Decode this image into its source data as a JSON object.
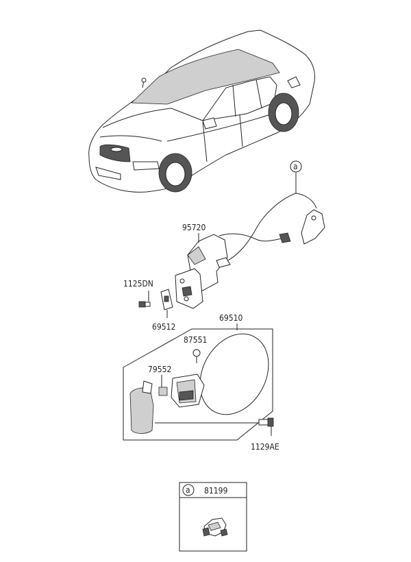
{
  "callouts": {
    "marker_a": "a",
    "p95720": "95720",
    "p1125DN": "1125DN",
    "p69512": "69512",
    "p69510": "69510",
    "p87551": "87551",
    "p79552": "79552",
    "p1129AE": "1129AE"
  },
  "detail_box": {
    "marker": "a",
    "part": "81199"
  }
}
